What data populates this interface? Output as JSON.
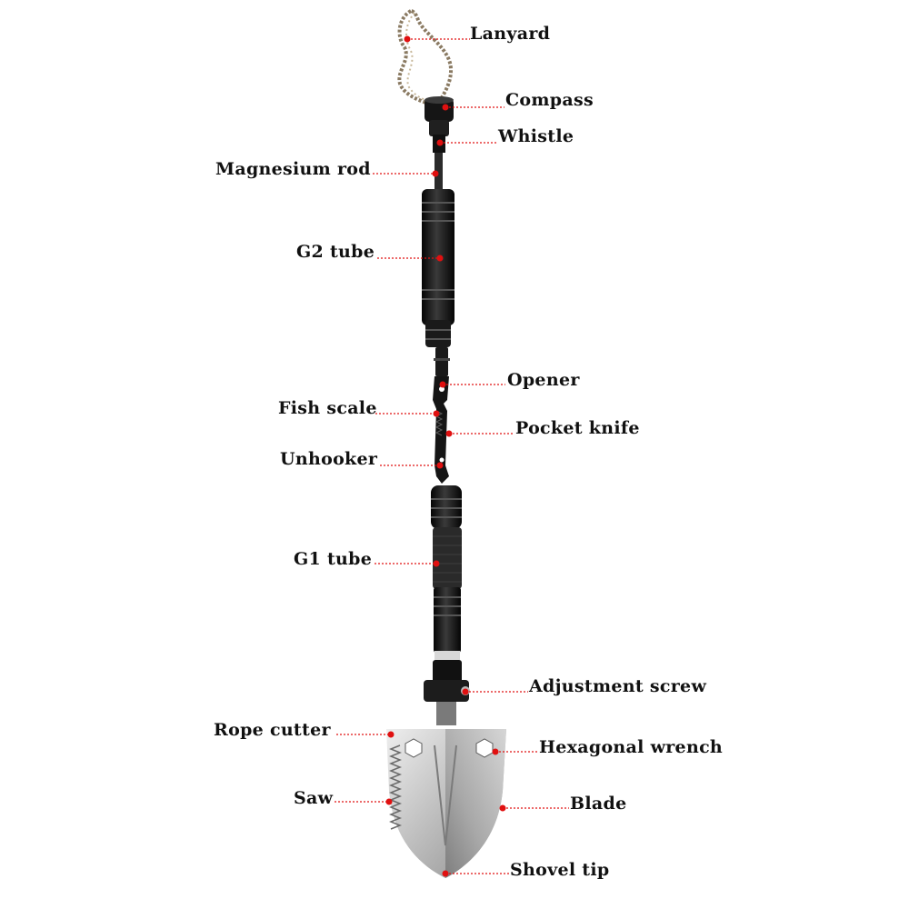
{
  "colors": {
    "annotation": "#e01010",
    "text": "#111111",
    "tube": "#1a1a1a",
    "blade": "#c9c9c9",
    "cord": "#8a7a62"
  },
  "labels": {
    "lanyard": "Lanyard",
    "compass": "Compass",
    "whistle": "Whistle",
    "magnesium_rod": "Magnesium rod",
    "g2_tube": "G2 tube",
    "opener": "Opener",
    "fish_scale": "Fish scale",
    "pocket_knife": "Pocket knife",
    "unhooker": "Unhooker",
    "g1_tube": "G1 tube",
    "adjustment_screw": "Adjustment screw",
    "rope_cutter": "Rope cutter",
    "hexagonal_wrench": "Hexagonal wrench",
    "saw": "Saw",
    "blade": "Blade",
    "shovel_tip": "Shovel tip"
  }
}
